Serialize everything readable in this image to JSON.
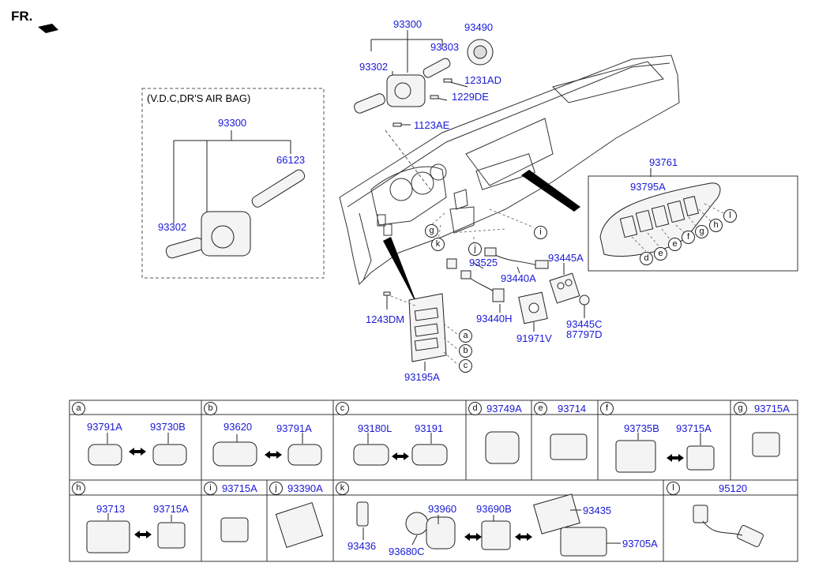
{
  "fr_label": "FR.",
  "top_assembly": {
    "p93300": "93300",
    "p93490": "93490",
    "p93302": "93302",
    "p93303": "93303",
    "p1231AD": "1231AD",
    "p1229DE": "1229DE",
    "p1123AE": "1123AE"
  },
  "vdc_box": {
    "title": "(V.D.C,DR'S AIR BAG)",
    "p93300": "93300",
    "p66123": "66123",
    "p93302": "93302"
  },
  "dash_parts": {
    "p1243DM": "1243DM",
    "p93195A": "93195A",
    "p93525": "93525",
    "p93440A": "93440A",
    "p93440H": "93440H",
    "p93445A": "93445A",
    "p91971V": "91971V",
    "p93445C": "93445C",
    "p87797D": "87797D"
  },
  "center_panel": {
    "p93761": "93761",
    "p93795A": "93795A"
  },
  "callouts": {
    "a": "a",
    "b": "b",
    "c": "c",
    "d": "d",
    "e": "e",
    "f": "f",
    "g": "g",
    "h": "h",
    "i": "i",
    "j": "j",
    "k": "k",
    "l": "l"
  },
  "table": {
    "row1": [
      {
        "letter": "a",
        "parts": [
          "93791A",
          "93730B"
        ]
      },
      {
        "letter": "b",
        "parts": [
          "93620",
          "93791A"
        ]
      },
      {
        "letter": "c",
        "parts": [
          "93180L",
          "93191"
        ]
      },
      {
        "letter": "d",
        "parts": [
          "93749A"
        ]
      },
      {
        "letter": "e",
        "parts": [
          "93714"
        ]
      },
      {
        "letter": "f",
        "parts": [
          "93735B",
          "93715A"
        ]
      },
      {
        "letter": "g",
        "parts": [
          "93715A"
        ]
      }
    ],
    "row2": [
      {
        "letter": "h",
        "parts": [
          "93713",
          "93715A"
        ]
      },
      {
        "letter": "i",
        "parts": [
          "93715A"
        ]
      },
      {
        "letter": "j",
        "parts": [
          "93390A"
        ]
      },
      {
        "letter": "k",
        "parts": [
          "93436",
          "93680C",
          "93960",
          "93690B",
          "93435",
          "93705A"
        ]
      },
      {
        "letter": "l",
        "parts": [
          "95120"
        ]
      }
    ]
  }
}
